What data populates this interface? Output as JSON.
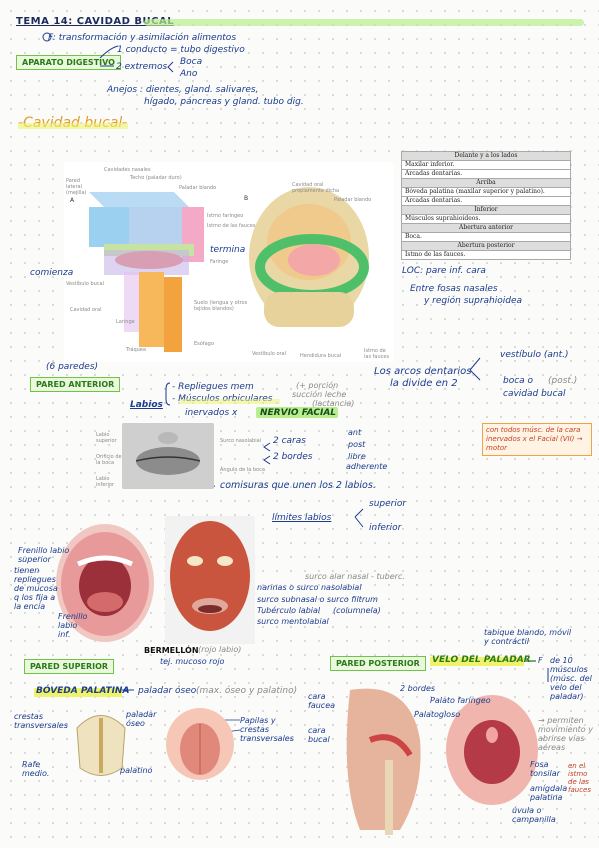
{
  "header": {
    "title": "TEMA 14: CAVIDAD BUCAL"
  },
  "aparato": {
    "label": "APARATO DIGESTIVO",
    "f": "F: transformación y asimilación alimentos",
    "conducto": "1 conducto = tubo digestivo",
    "extremos": "2 extremos",
    "boca": "Boca",
    "ano": "Ano",
    "anejos1": "Anejos : dientes, gland. salivares,",
    "anejos2": "hígado, páncreas y gland. tubo dig."
  },
  "section_title": "-Cavidad bucal-",
  "fig": {
    "a": "A",
    "b": "B",
    "labels_a": [
      "Pared lateral (mejilla)",
      "Cavidades nasales",
      "Techo (paladar duro)",
      "Paladar blando",
      "Istmo de las fauces",
      "Istmo faríngeo",
      "Vestíbulo bucal",
      "Cavidad oral",
      "Faringe",
      "Suelo (lengua y otros tejidos blandos)",
      "Laringe",
      "Tráquea",
      "Esófago"
    ],
    "labels_b": [
      "Cavidad oral propiamente dicha",
      "Paladar blando",
      "Vestíbulo oral",
      "Hendidura bucal",
      "Istmo de las fauces"
    ],
    "termina": "termina",
    "comienza": "comienza"
  },
  "limits_table": {
    "rows": [
      {
        "type": "h",
        "text": "Delante y a los lados"
      },
      {
        "type": "d",
        "text": "Maxilar inferior."
      },
      {
        "type": "d",
        "text": "Arcadas dentarias."
      },
      {
        "type": "h",
        "text": "Arriba"
      },
      {
        "type": "d",
        "text": "Bóveda palatina (maxilar superior y palatino)."
      },
      {
        "type": "d",
        "text": "Arcadas dentarias."
      },
      {
        "type": "h",
        "text": "Inferior"
      },
      {
        "type": "d",
        "text": "Músculos suprahioideos."
      },
      {
        "type": "h",
        "text": "Abertura anterior"
      },
      {
        "type": "d",
        "text": "Boca."
      },
      {
        "type": "h",
        "text": "Abertura posterior"
      },
      {
        "type": "d",
        "text": "Istmo de las fauces."
      }
    ]
  },
  "loc": {
    "l1": "LOC: pare inf. cara",
    "l2": "Entre fosas nasales",
    "l3": "y región suprahioidea"
  },
  "arcos": {
    "l1": "Los arcos dentarios",
    "l2": "la divide en 2",
    "vestibulo": "vestíbulo (ant.)",
    "boca": "boca o",
    "cavidad": "cavidad bucal",
    "post": "(post.)"
  },
  "paredes": "(6 paredes)",
  "pared_anterior": {
    "label": "PARED ANTERIOR",
    "labios": "Labios",
    "rep": "- Repliegues mem",
    "mus": "- Músculos orbiculares",
    "inerv": "inervados x",
    "nervio": "NERVIO FACIAL",
    "grey1": "(+ porción",
    "grey2": "succión leche",
    "grey3": "(lactancia)",
    "caras": "2 caras",
    "ant": "ant",
    "post": "post",
    "bordes": "2 bordes",
    "libre": "libre",
    "adherente": "adherente",
    "comisuras": "comisuras que unen los 2 labios.",
    "lim": "límites labios",
    "superior": "superior",
    "inferior": "inferior",
    "fig_labels": [
      "Labio superior",
      "Orificio de la boca",
      "Labio inferior",
      "Surco nasolabial",
      "Ángulo de la boca"
    ]
  },
  "note": {
    "text": "con todos músc. de la cara inervados x el Facial (VII) → motor"
  },
  "face": {
    "frenillo_sup": "Frenillo labio superior",
    "tienen": "tienen repliegues de mucosa q los fija a la encía",
    "frenillo_inf": "Frenillo labio inf.",
    "surco_grey": "surco alar nasal - tuberc.",
    "narinas": "narinas o surco nasolabial",
    "subnasal": "surco subnasal o surco filtrum",
    "tuberculo": "Tubérculo labial",
    "columnela": "(columnela)",
    "mentolabial": "surco mentolabial",
    "bermellon": "BERMELLÓN",
    "bermellon2": "(rojo labio)",
    "tej": "tej. mucoso rojo"
  },
  "pared_superior": {
    "label": "PARED SUPERIOR",
    "boveda": "BÓVEDA PALATINA",
    "paladar": "paladar óseo",
    "mas": "(max. óseo y palatino)",
    "crestas": "crestas transversales",
    "paladar_oseo": "paladar óseo",
    "rafe": "Rafe medio.",
    "palatino": "palatino",
    "papilas": "Papilas y crestas transversales"
  },
  "pared_posterior": {
    "label": "PARED POSTERIOR",
    "velo": "VELO DEL PALADAR",
    "f": "F",
    "musculos": "de 10 músculos (músc. del velo del paladar)",
    "permiten": "→ permiten movimiento y abrirse vías aéreas",
    "cara_faucea": "cara faucea",
    "cara_bucal": "cara bucal",
    "bordes": "2 bordes",
    "palato_faringeo": "Palato faríngeo",
    "palatogloso": "Palatogloso",
    "fosa": "Fosa tonsilar",
    "istmo": "en el istmo de las fauces",
    "amigdala": "amígdala palatina",
    "uvula": "úvula o campanilla",
    "tabique": "tabique blando, móvil y contráctil"
  }
}
